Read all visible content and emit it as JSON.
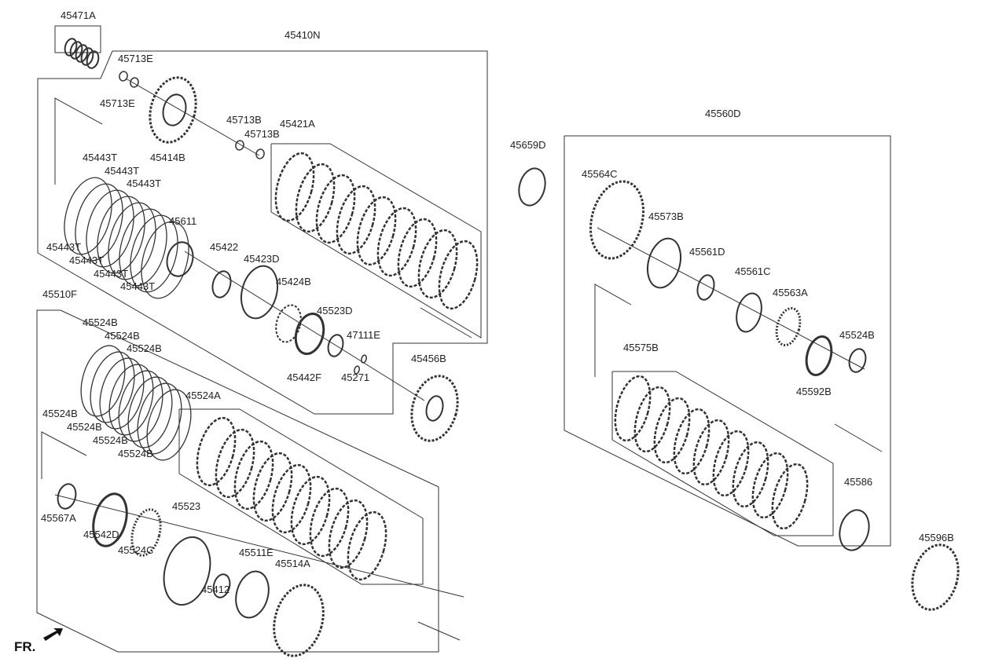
{
  "labels": [
    "45471A",
    "45410N",
    "45713E",
    "45713E",
    "45414B",
    "45713B",
    "45713B",
    "45421A",
    "45443T",
    "45443T",
    "45443T",
    "45443T",
    "45443T",
    "45443T",
    "45443T",
    "45611",
    "45422",
    "45423D",
    "45424B",
    "45523D",
    "47111E",
    "45442F",
    "45271",
    "45456B",
    "45510F",
    "45524B",
    "45524B",
    "45524B",
    "45524B",
    "45524B",
    "45524B",
    "45524B",
    "45524A",
    "45567A",
    "45542D",
    "45523",
    "45524C",
    "45511E",
    "45514A",
    "45412",
    "45659D",
    "45560D",
    "45564C",
    "45573B",
    "45561D",
    "45561C",
    "45563A",
    "45524B",
    "45592B",
    "45575B",
    "45586",
    "45596B"
  ],
  "direction_marker": {
    "label": "FR.",
    "icon": "front-arrow-icon"
  },
  "colors": {
    "line": "#333333",
    "background": "#ffffff"
  }
}
